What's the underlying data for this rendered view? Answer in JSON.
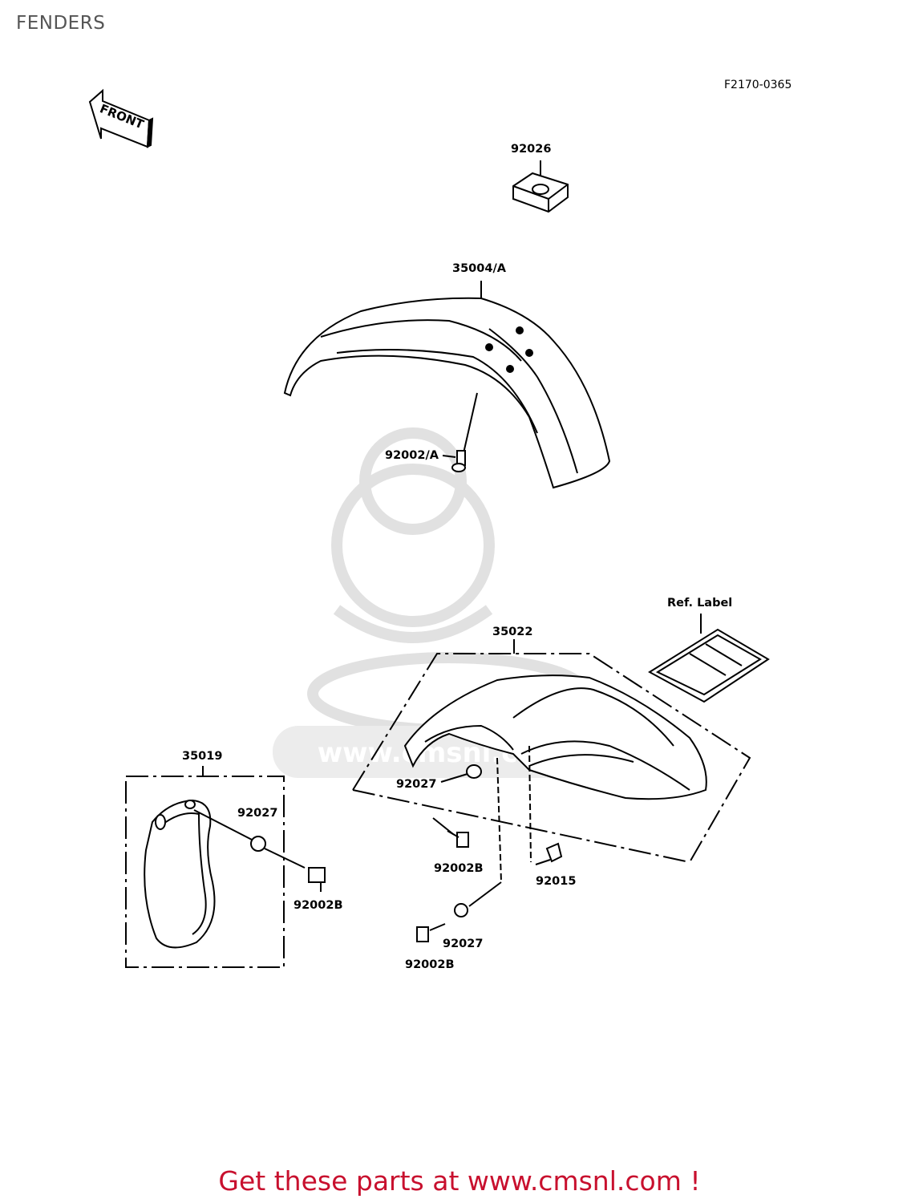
{
  "page": {
    "title": "FENDERS",
    "figure_code": "F2170-0365",
    "footer_text": "Get these parts at www.cmsnl.com !"
  },
  "direction_marker": {
    "text": "FRONT"
  },
  "watermark": {
    "text": "www.cmsnl.com"
  },
  "parts": {
    "p92026": "92026",
    "p35004A": "35004/A",
    "p92002A": "92002/A",
    "ref_label": "Ref. Label",
    "p35022": "35022",
    "p35019": "35019",
    "p92027_rear": "92027",
    "p92027_side": "92027",
    "p92002B_side": "92002B",
    "p92002B_rear": "92002B",
    "p92015": "92015",
    "p92027_bottom": "92027",
    "p92002B_bottom": "92002B"
  },
  "colors": {
    "title": "#555555",
    "footer": "#c8102e",
    "line": "#000000",
    "watermark": "#d9d9d9"
  }
}
